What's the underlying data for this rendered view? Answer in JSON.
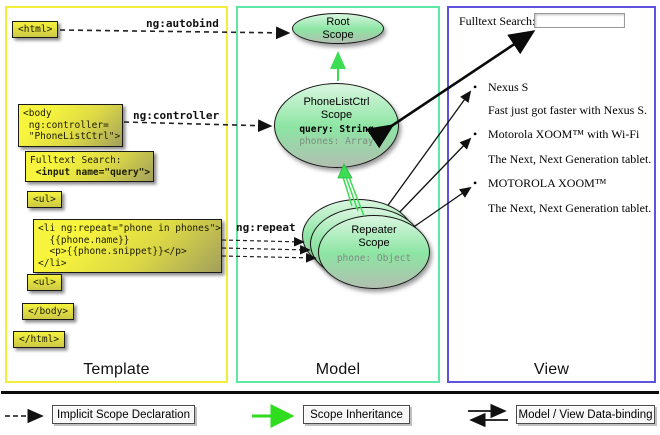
{
  "columns": {
    "template": "Template",
    "model": "Model",
    "view": "View"
  },
  "arrow_labels": {
    "autobind": "ng:autobind",
    "controller": "ng:controller",
    "repeat": "ng:repeat"
  },
  "template": {
    "html_open": "<html>",
    "body_open": [
      "<body",
      " ng:controller=",
      " \"PhoneListCtrl\">"
    ],
    "fulltext_label": "Fulltext Search:",
    "fulltext_input": " <input name=\"query\">",
    "ul_open": "<ul>",
    "li_repeat": [
      "<li ng:repeat=\"phone in phones\">",
      "  {{phone.name}}",
      "  <p>{{phone.snippet}}</p>",
      "</li>"
    ],
    "ul_close": "<ul>",
    "body_close": "</body>",
    "html_close": "</html>"
  },
  "model": {
    "root_scope": {
      "title": [
        "Root",
        "Scope"
      ]
    },
    "phonelist_scope": {
      "title": [
        "PhoneListCtrl",
        "Scope"
      ],
      "prop_query": "query: String",
      "prop_phones": "phones: Array"
    },
    "repeater_scope": {
      "title": [
        "Repeater",
        "Scope"
      ],
      "prop_phone": "phone: Object"
    }
  },
  "view": {
    "search_label": "Fulltext Search:",
    "search_value": "",
    "bullet": "•",
    "items": [
      {
        "title": "Nexus S",
        "desc": "Fast just got faster with Nexus S."
      },
      {
        "title": "Motorola XOOM™  with Wi-Fi",
        "desc": "The Next, Next Generation tablet."
      },
      {
        "title": "MOTOROLA XOOM™",
        "desc": "The Next, Next Generation tablet."
      }
    ]
  },
  "legend": {
    "implicit": "Implicit Scope Declaration",
    "inheritance": "Scope Inheritance",
    "binding": "Model / View Data-binding"
  },
  "colors": {
    "template_border": "#f2ee3a",
    "model_border": "#5ee8a5",
    "view_border": "#5f52dd",
    "box_yellow": "#f4f13e",
    "scope_green": "#8ce5a3",
    "arrow_green": "#3ddc55"
  }
}
